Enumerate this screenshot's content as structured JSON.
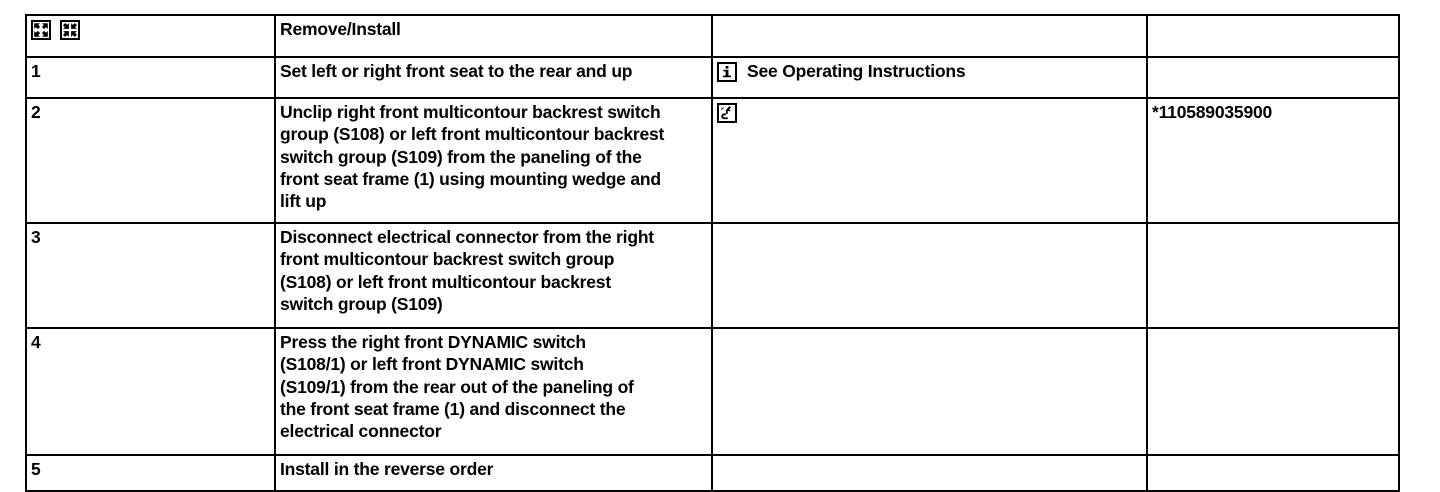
{
  "document": {
    "type": "service-procedure-table",
    "columns": [
      "",
      "Remove/Install",
      "",
      ""
    ]
  },
  "table": {
    "header": {
      "step_label": "",
      "title": "Remove/Install",
      "note": "",
      "part": "",
      "icons": [
        "expand-icon",
        "collapse-icon"
      ]
    },
    "rows": [
      {
        "step": "1",
        "description": "Set left or right front seat to the rear and up",
        "note_icon": "info-icon",
        "note": "See Operating  Instructions",
        "part": ""
      },
      {
        "step": "2",
        "description": "Unclip right front multicontour backrest switch\ngroup (S108) or left front multicontour backrest\nswitch group (S109) from the paneling of the\nfront seat frame (1) using mounting wedge and\nlift up",
        "note_icon": "special-tool-icon",
        "note": "",
        "part": "*110589035900"
      },
      {
        "step": "3",
        "description": "Disconnect electrical connector from the right\nfront multicontour backrest switch group\n(S108) or left front multicontour backrest\nswitch group (S109)",
        "note_icon": "",
        "note": "",
        "part": ""
      },
      {
        "step": "4",
        "description": "Press the right front DYNAMIC switch\n(S108/1) or left front DYNAMIC switch\n(S109/1) from the rear out of the paneling of\nthe front seat frame (1) and disconnect the\nelectrical connector",
        "note_icon": "",
        "note": "",
        "part": ""
      },
      {
        "step": "5",
        "description": "Install in the reverse order",
        "note_icon": "",
        "note": "",
        "part": ""
      }
    ]
  },
  "colors": {
    "border": "#000000",
    "text": "#000000",
    "background": "#ffffff"
  }
}
